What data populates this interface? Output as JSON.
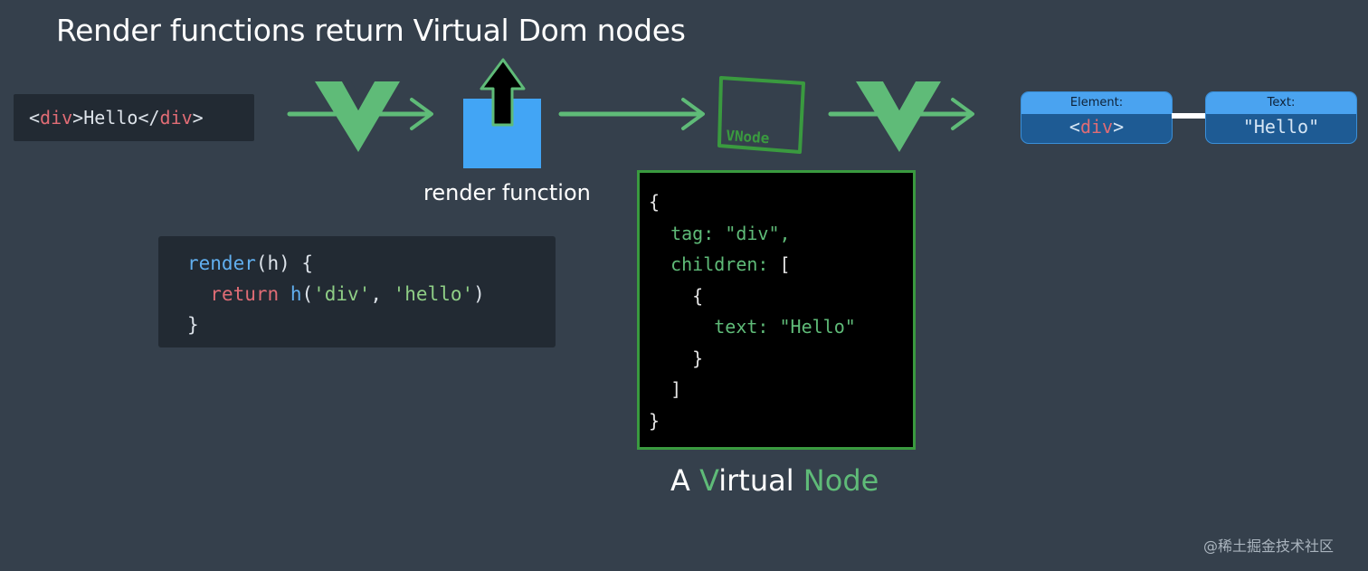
{
  "title": "Render functions return Virtual Dom nodes",
  "template": {
    "lt1": "<",
    "tag1": "div",
    "gt1": ">",
    "text": "Hello",
    "lt2": "</",
    "tag2": "div",
    "gt2": ">"
  },
  "render_function_label": "render function",
  "render_code": {
    "l1_fn": "render",
    "l1_rest": "(h) {",
    "l2_kw": "return",
    "l2_fn": "h",
    "l2_open": "(",
    "l2_arg1": "'div'",
    "l2_comma": ", ",
    "l2_arg2": "'hello'",
    "l2_close": ")",
    "l3": "}"
  },
  "vnode_icon_label": "VNode",
  "vnode_object": {
    "open": "{",
    "tag_key": "tag:",
    "tag_val": "\"div\",",
    "children_key": "children:",
    "children_open": "[",
    "child_open": "{",
    "text_key": "text:",
    "text_val": "\"Hello\"",
    "child_close": "}",
    "children_close": "]",
    "close": "}"
  },
  "caption": {
    "a": "A ",
    "v": "V",
    "irtual": "irtual ",
    "node": "Node"
  },
  "dom_tree": {
    "element": {
      "label": "Element:",
      "lt": "<",
      "tag": "div",
      "gt": ">"
    },
    "text_node": {
      "label": "Text:",
      "value": "\"Hello\""
    }
  },
  "watermark": "@稀土掘金技术社区",
  "icons": [
    "vue-logo-icon",
    "arrow-right-icon",
    "arrow-up-icon",
    "vnode-box-icon"
  ],
  "colors": {
    "background": "#35404c",
    "vue_green": "#5fbb78",
    "render_blue": "#42a5f5",
    "vnode_border": "#3a9a3f",
    "code_red": "#e06c75",
    "code_blue": "#61afef"
  }
}
